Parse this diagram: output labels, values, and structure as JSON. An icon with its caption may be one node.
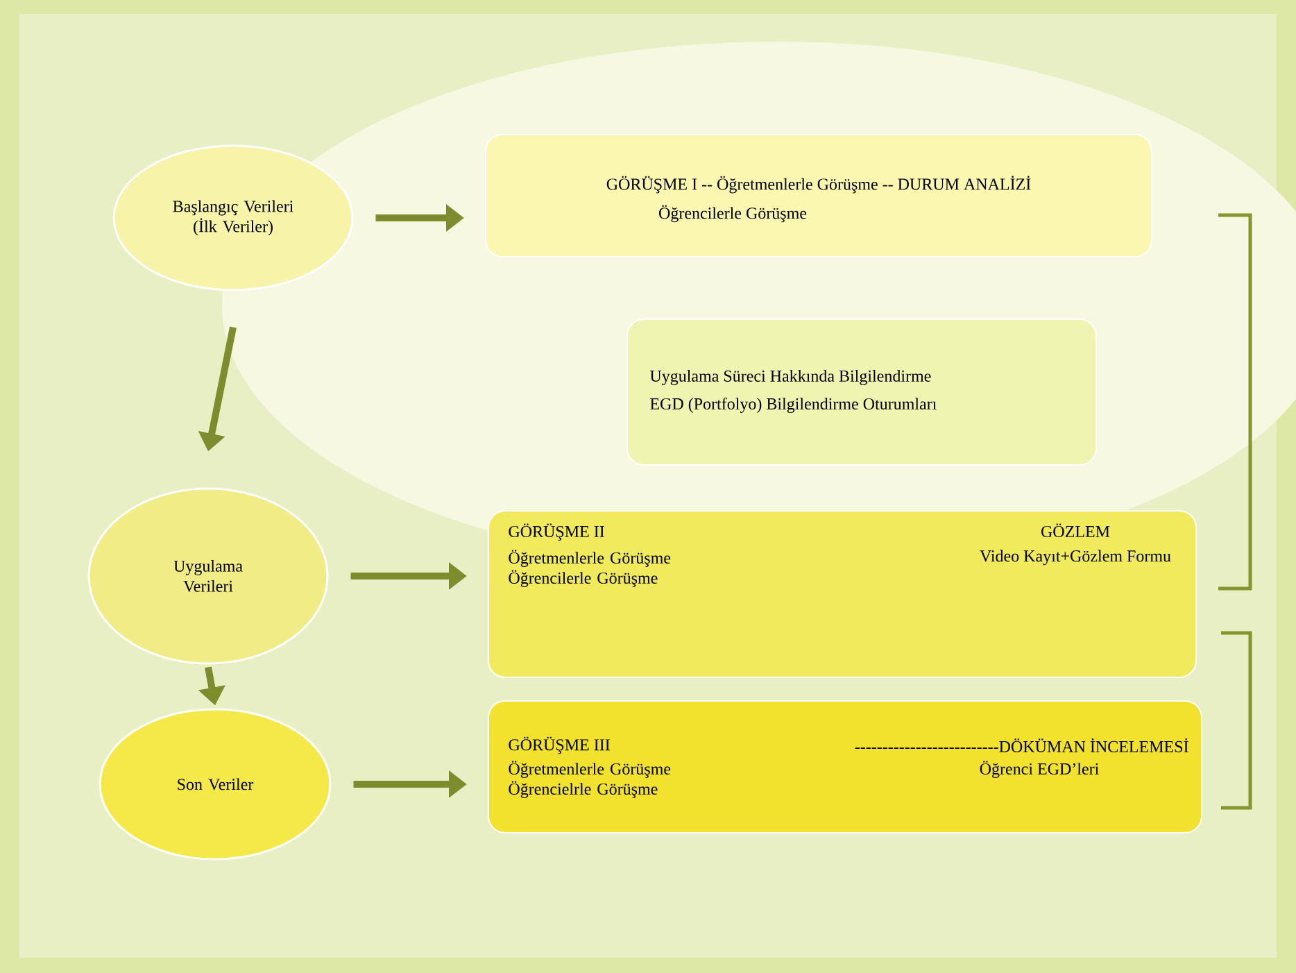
{
  "diagram": {
    "nodes": [
      {
        "text": [
          "Başlangıç Verileri (İlk Veriler)"
        ]
      },
      {
        "text": [
          "GÖRÜŞME I -- Öğretmenlerle Görüşme -- DURUM ANALİZİ",
          "Öğrencilerle Görüşme"
        ]
      },
      {
        "text": [
          "Uygulama Süreci Hakkında Bilgilendirme",
          "EGD (Portfolyo) Bilgilendirme Oturumları"
        ]
      },
      {
        "text": [
          "Uygulama Verileri"
        ]
      },
      {
        "text": [
          "GÖRÜŞME II",
          "Öğretmenlerle Görüşme Öğrencilerle Görüşme",
          "GÖZLEM",
          "Video Kayıt+Gözlem Formu"
        ]
      },
      {
        "text": [
          "Son Veriler"
        ]
      },
      {
        "text": [
          "GÖRÜŞME III",
          "--------------------------DÖKÜMAN İNCELEMESİ",
          "Öğretmenlerle Görüşme Öğrencielrle Görüşme",
          "Öğrenci EGD’leri"
        ]
      }
    ],
    "edges": [
      {
        "from": 0,
        "to": 1,
        "arrow": "to"
      },
      {
        "from": 0,
        "to": 3,
        "arrow": "to"
      },
      {
        "from": 3,
        "to": 4,
        "arrow": "to"
      },
      {
        "from": 3,
        "to": 5,
        "arrow": "to"
      },
      {
        "from": 5,
        "to": 6,
        "arrow": "to"
      }
    ]
  }
}
